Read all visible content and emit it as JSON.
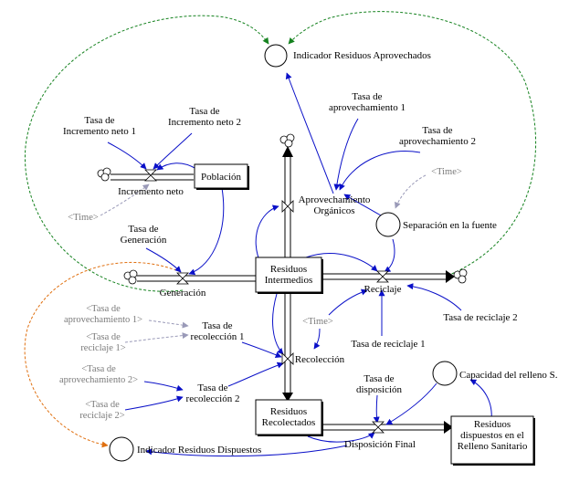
{
  "stocks": {
    "poblacion": [
      "Población"
    ],
    "residuos_intermedios": [
      "Residuos",
      "Intermedios"
    ],
    "residuos_recolectados": [
      "Residuos",
      "Recolectados"
    ],
    "residuos_dispuestos": [
      "Residuos",
      "dispuestos en el",
      "Relleno Sanitario"
    ]
  },
  "flows": {
    "incremento_neto": [
      "Incremento neto"
    ],
    "generacion": [
      "Generación"
    ],
    "aprovechamiento_organicos": [
      "Aprovechamiento",
      "Orgánicos"
    ],
    "reciclaje": [
      "Reciclaje"
    ],
    "recoleccion": [
      "Recolección"
    ],
    "disposicion_final": [
      "Disposición Final"
    ]
  },
  "auxiliaries": {
    "indicador_aprovechados": [
      "Indicador Residuos Aprovechados"
    ],
    "indicador_dispuestos": [
      "Indicador Residuos Dispuestos"
    ],
    "separacion_fuente": [
      "Separación en la fuente"
    ],
    "capacidad_relleno": [
      "Capacidad del relleno S."
    ]
  },
  "constants": {
    "tasa_incremento_1": [
      "Tasa de",
      "Incremento neto 1"
    ],
    "tasa_incremento_2": [
      "Tasa de",
      "Incremento neto 2"
    ],
    "tasa_generacion": [
      "Tasa de",
      "Generación"
    ],
    "tasa_aprov_1": [
      "Tasa de",
      "aprovechamiento 1"
    ],
    "tasa_aprov_2": [
      "Tasa de",
      "aprovechamiento 2"
    ],
    "tasa_reciclaje_1": [
      "Tasa de reciclaje 1"
    ],
    "tasa_reciclaje_2": [
      "Tasa de reciclaje 2"
    ],
    "tasa_recoleccion_1": [
      "Tasa de",
      "recolección 1"
    ],
    "tasa_recoleccion_2": [
      "Tasa de",
      "recolección 2"
    ],
    "tasa_disposicion": [
      "Tasa de",
      "disposición"
    ]
  },
  "shadow_variables": {
    "time_a": [
      "<Time>"
    ],
    "time_b": [
      "<Time>"
    ],
    "time_c": [
      "<Time>"
    ],
    "sh_aprov_1": [
      "<Tasa de",
      "aprovechamiento 1>"
    ],
    "sh_recic_1": [
      "<Tasa de",
      "reciclaje 1>"
    ],
    "sh_aprov_2": [
      "<Tasa de",
      "aprovechamiento 2>"
    ],
    "sh_recic_2": [
      "<Tasa de",
      "reciclaje 2>"
    ]
  },
  "colors": {
    "causal_link": "#0a10c8",
    "indicator_link_aprovechados": "#15821f",
    "indicator_link_dispuestos": "#e07010",
    "shadow_text": "#7a7a7a"
  }
}
